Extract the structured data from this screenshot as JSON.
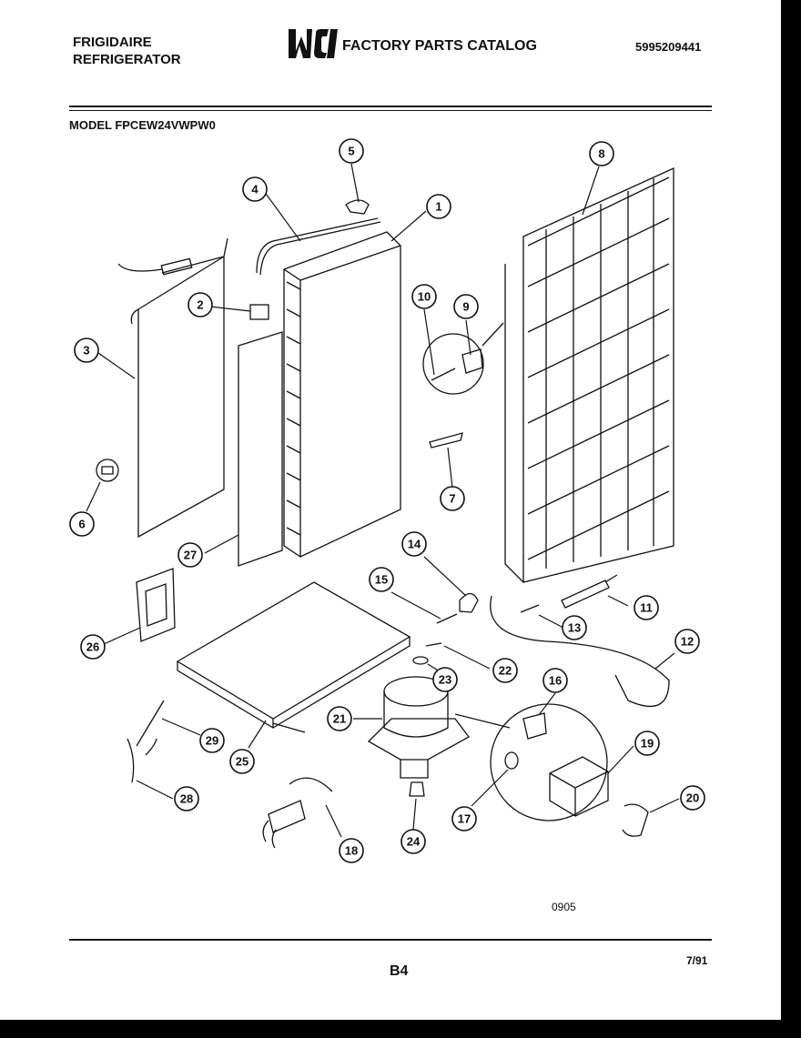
{
  "header": {
    "brand_line1": "FRIGIDAIRE",
    "brand_line2": "REFRIGERATOR",
    "catalog_title": "FACTORY PARTS CATALOG",
    "catalog_number": "5995209441",
    "model_label": "MODEL FPCEW24VWPW0"
  },
  "footer": {
    "diagram_code": "0905",
    "page_code": "B4",
    "date": "7/91"
  },
  "callouts": [
    "1",
    "2",
    "3",
    "4",
    "5",
    "6",
    "7",
    "8",
    "9",
    "10",
    "11",
    "12",
    "13",
    "14",
    "15",
    "16",
    "17",
    "18",
    "19",
    "20",
    "21",
    "22",
    "23",
    "24",
    "25",
    "26",
    "27",
    "28",
    "29"
  ]
}
